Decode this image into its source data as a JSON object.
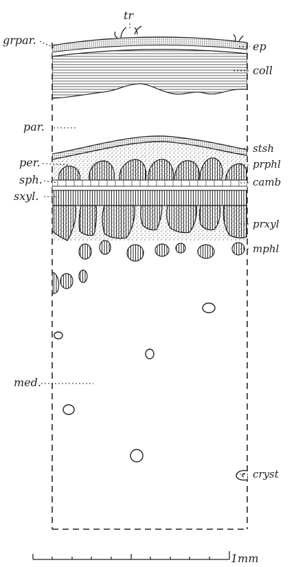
{
  "labels": {
    "tr": "tr",
    "grpar": "grpar.",
    "ep": "ep",
    "coll": "coll",
    "par": "par.",
    "stsh": "stsh",
    "per": "per.",
    "prphl": "prphl",
    "sph": "sph.",
    "camb": "camb",
    "sxyl": "sxyl.",
    "prxyl": "prxyl",
    "mphl": "mphl",
    "med": "med.",
    "cryst": "cryst",
    "scale": "1mm"
  }
}
